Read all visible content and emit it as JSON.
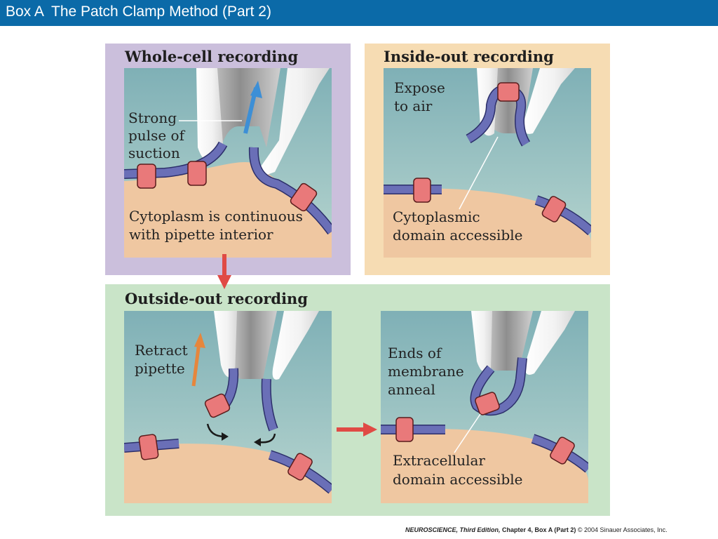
{
  "header": {
    "title": "Box A  The Patch Clamp Method (Part 2)"
  },
  "colors": {
    "header_bg": "#0b6aa8",
    "whole_cell_bg": "#cbbfdc",
    "inside_out_bg": "#f6dcb3",
    "outside_out_bg": "#c9e4c8",
    "bath": "#82b4b8",
    "cytoplasm": "#efc7a1",
    "membrane": "#6a6fb7",
    "channel": "#e9797a",
    "arrow_red": "#e04a45",
    "arrow_orange": "#e6863c",
    "arrow_blue": "#3d8fd6"
  },
  "panels": {
    "whole_cell": {
      "title": "Whole-cell recording",
      "label_suction": [
        "Strong",
        "pulse of",
        "suction"
      ],
      "label_cytoplasm": [
        "Cytoplasm is continuous",
        "with pipette interior"
      ]
    },
    "inside_out": {
      "title": "Inside-out recording",
      "label_air": [
        "Expose",
        "to air"
      ],
      "label_domain": [
        "Cytoplasmic",
        "domain accessible"
      ]
    },
    "outside_out": {
      "title": "Outside-out recording",
      "label_retract": [
        "Retract",
        "pipette"
      ],
      "label_anneal": [
        "Ends of",
        "membrane",
        "anneal"
      ],
      "label_domain": [
        "Extracellular",
        "domain accessible"
      ]
    }
  },
  "footer": {
    "book": "NEUROSCIENCE, Third Edition,",
    "chapter": "Chapter 4, Box A (Part 2)",
    "copyright": "© 2004 Sinauer Associates, Inc."
  }
}
